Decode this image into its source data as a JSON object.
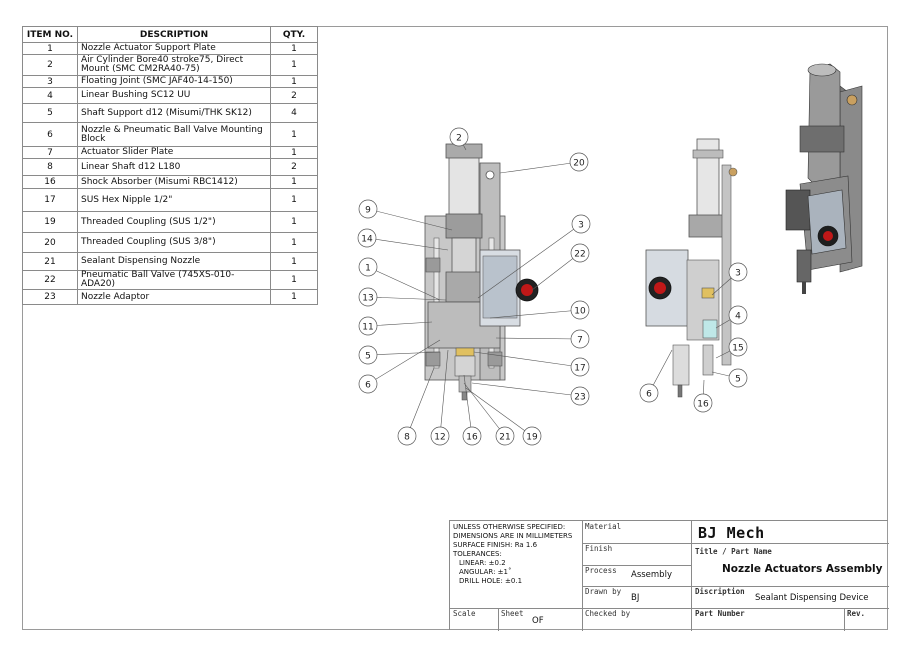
{
  "bom": {
    "headers": {
      "item": "ITEM NO.",
      "description": "DESCRIPTION",
      "qty": "QTY."
    },
    "rows": [
      {
        "item": "1",
        "description": "Nozzle Actuator Support Plate",
        "qty": "1"
      },
      {
        "item": "2",
        "description": "Air Cylinder Bore40 stroke75, Direct Mount (SMC CM2RA40-75)",
        "qty": "1"
      },
      {
        "item": "3",
        "description": "Floating Joint (SMC JAF40-14-150)",
        "qty": "1"
      },
      {
        "item": "4",
        "description": "Linear Bushing SC12 UU",
        "qty": "2"
      },
      {
        "item": "5",
        "description": "Shaft Support d12 (Misumi/THK SK12)",
        "qty": "4"
      },
      {
        "item": "6",
        "description": "Nozzle & Pneumatic Ball Valve Mounting Block",
        "qty": "1"
      },
      {
        "item": "7",
        "description": "Actuator Slider Plate",
        "qty": "1"
      },
      {
        "item": "8",
        "description": "Linear Shaft d12 L180",
        "qty": "2"
      },
      {
        "item": "16",
        "description": "Shock Absorber (Misumi RBC1412)",
        "qty": "1"
      },
      {
        "item": "17",
        "description": "SUS Hex Nipple 1/2\"",
        "qty": "1"
      },
      {
        "item": "19",
        "description": "Threaded Coupling (SUS 1/2\")",
        "qty": "1"
      },
      {
        "item": "20",
        "description": "Threaded Coupling (SUS 3/8\")",
        "qty": "1"
      },
      {
        "item": "21",
        "description": "Sealant Dispensing Nozzle",
        "qty": "1"
      },
      {
        "item": "22",
        "description": "Pneumatic Ball Valve (745XS-010-ADA20)",
        "qty": "1"
      },
      {
        "item": "23",
        "description": "Nozzle Adaptor",
        "qty": "1"
      }
    ]
  },
  "balloons_front": [
    "2",
    "20",
    "9",
    "14",
    "3",
    "22",
    "1",
    "13",
    "11",
    "10",
    "7",
    "5",
    "17",
    "6",
    "23",
    "8",
    "12",
    "16",
    "21",
    "19"
  ],
  "balloons_side": [
    "3",
    "4",
    "6",
    "15",
    "5",
    "16"
  ],
  "title_block": {
    "notes": [
      "UNLESS OTHERWISE SPECIFIED:",
      "DIMENSIONS ARE IN MILLIMETERS",
      "SURFACE FINISH: Ra 1.6",
      "TOLERANCES:",
      "LINEAR: ±0.2",
      "ANGULAR: ±1˚",
      "DRILL HOLE: ±0.1"
    ],
    "material_label": "Material",
    "finish_label": "Finish",
    "process_label": "Process",
    "process_value": "Assembly",
    "drawn_by_label": "Drawn by",
    "drawn_by_value": "BJ",
    "checked_by_label": "Checked by",
    "scale_label": "Scale",
    "sheet_label": "Sheet",
    "sheet_value": "OF",
    "company": "BJ Mech",
    "title_label": "Title / Part Name",
    "title_value": "Nozzle Actuators Assembly",
    "description_label": "Discription",
    "description_value": "Sealant Dispensing Device",
    "part_number_label": "Part Number",
    "rev_label": "Rev."
  }
}
